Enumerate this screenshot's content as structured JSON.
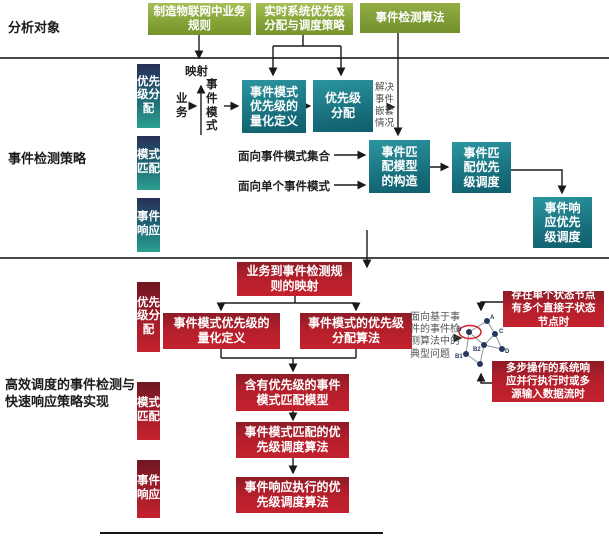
{
  "colors": {
    "green_box": "#84a336",
    "teal_box": "#17707e",
    "navy_label_top": "#272f58",
    "red_box": "#c5212e",
    "line": "#1a1a1a",
    "graph_node": "#26365e",
    "highlight_ellipse": "#d2232a"
  },
  "sections": {
    "analysis_label": "分析对象",
    "detection_label": "事件检测策略",
    "impl_label_line1": "高效调度的事件检测与",
    "impl_label_line2": "快速响应策略实现"
  },
  "top": {
    "business_rules": "制造物联网中业务规则",
    "realtime_strategy": "实时系统优先级分配与调度策略",
    "detection_algorithm": "事件检测算法"
  },
  "middle": {
    "side_labels": [
      "优先级分配",
      "模式匹配",
      "事件响应"
    ],
    "mapping": "映射",
    "business": "业务",
    "event_pattern": "事件模式",
    "quant_box": "事件模式优先级的量化定义",
    "priority_box": "优先级分配",
    "nested_note": "解决事件嵌套情况",
    "facing_set": "面向事件模式集合",
    "facing_single": "面向单个事件模式",
    "model_box": "事件匹配模型的构造",
    "match_sched_box": "事件匹配优先级调度",
    "resp_sched_box": "事件响应优先级调度"
  },
  "bottom": {
    "side_labels": [
      "优先级分配",
      "模式匹配",
      "事件响应"
    ],
    "mapping_box": "业务到事件检测规则的映射",
    "quant_box": "事件模式优先级的量化定义",
    "assign_box": "事件模式的优先级分配算法",
    "model_box": "含有优先级的事件模式匹配模型",
    "match_sched_box": "事件模式匹配的优先级调度算法",
    "resp_sched_box": "事件响应执行的优先级调度算法",
    "typical_note": "面向基于事件的事件检测算法中的典型问题",
    "callout_single": "存在单个状态节点有多个直接子状态节点时",
    "callout_multi": "多步操作的系统响应并行执行时或多源输入数据流时",
    "graph_labels": [
      "A",
      "B",
      "C",
      "B1",
      "B2",
      "D"
    ]
  }
}
